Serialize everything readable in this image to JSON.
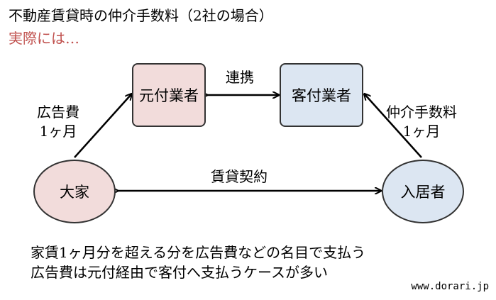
{
  "colors": {
    "title": "#000000",
    "subtitle": "#c0504d",
    "moto_box": "#f2dcdb",
    "kyaku_box": "#dce6f2",
    "ooya": "#f2dcdb",
    "nyukyo": "#dce6f2"
  },
  "title": "不動産賃貸時の仲介手数料（2社の場合）",
  "subtitle": "実際には…",
  "nodes": {
    "moto": "元付業者",
    "kyaku": "客付業者",
    "ooya": "大家",
    "nyukyo": "入居者"
  },
  "edges": {
    "renkei": "連携",
    "koukokuhi_line1": "広告費",
    "koukokuhi_line2": "1ヶ月",
    "chukai_line1": "仲介手数料",
    "chukai_line2": "1ヶ月",
    "keiyaku": "賃貸契約"
  },
  "notes": {
    "line1": "家賃1ヶ月分を超える分を広告費などの名目で支払う",
    "line2": "広告費は元付経由で客付へ支払うケースが多い"
  },
  "url": "www.dorari.jp"
}
